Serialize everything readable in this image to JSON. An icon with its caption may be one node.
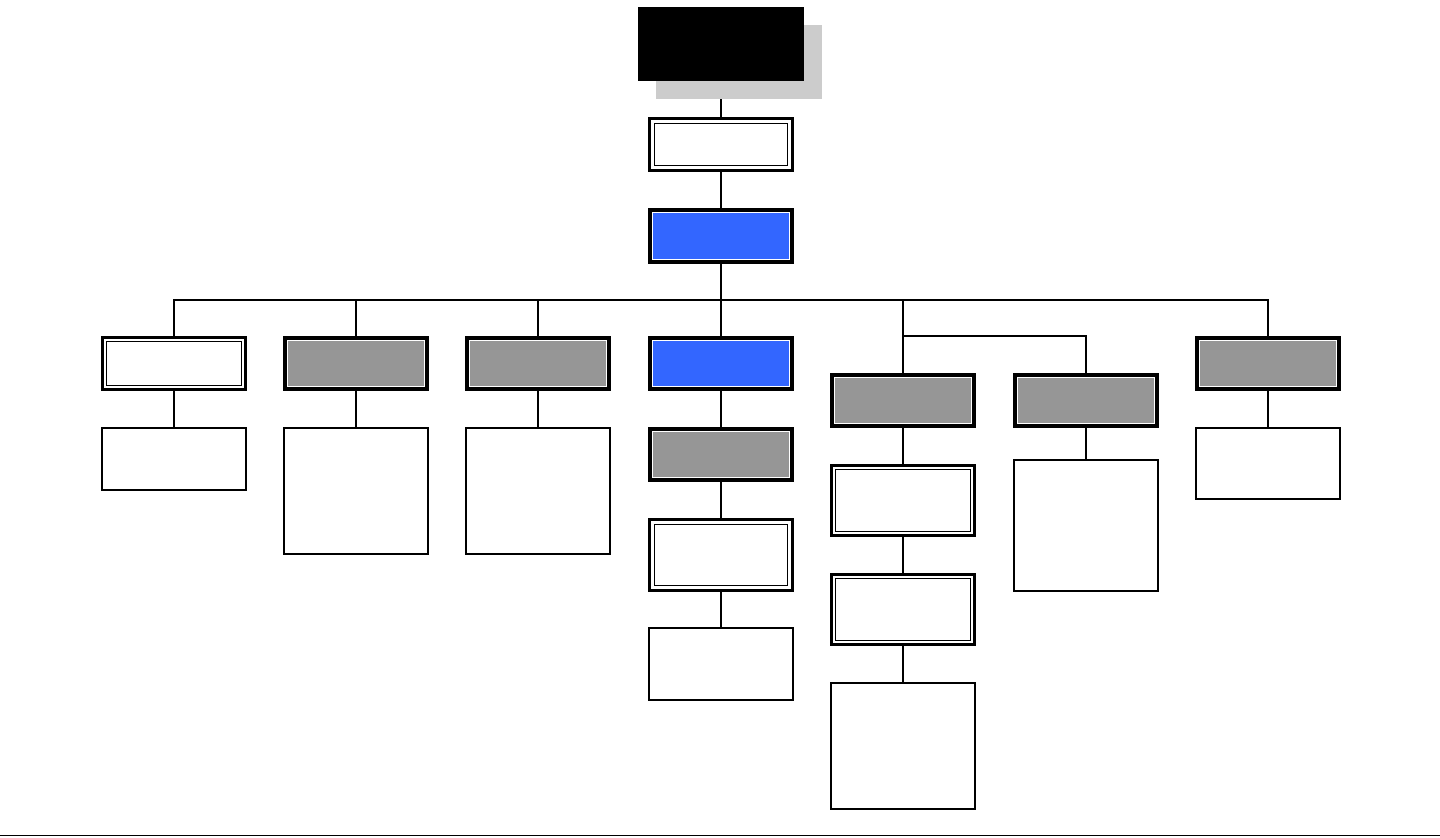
{
  "diagram": {
    "nodes": [
      {
        "text": [],
        "shape": "box"
      },
      {
        "text": [],
        "shape": "box"
      },
      {
        "text": [],
        "shape": "box"
      },
      {
        "text": [],
        "shape": "box"
      },
      {
        "text": [],
        "shape": "box"
      },
      {
        "text": [],
        "shape": "box"
      },
      {
        "text": [],
        "shape": "box"
      },
      {
        "text": [],
        "shape": "box"
      },
      {
        "text": [],
        "shape": "box"
      },
      {
        "text": [],
        "shape": "box"
      },
      {
        "text": [],
        "shape": "box"
      },
      {
        "text": [],
        "shape": "box"
      },
      {
        "text": [],
        "shape": "box"
      },
      {
        "text": [],
        "shape": "box"
      },
      {
        "text": [],
        "shape": "box"
      },
      {
        "text": [],
        "shape": "box"
      },
      {
        "text": [],
        "shape": "box"
      },
      {
        "text": [],
        "shape": "box"
      },
      {
        "text": [],
        "shape": "box"
      },
      {
        "text": [],
        "shape": "box"
      },
      {
        "text": [],
        "shape": "box"
      }
    ],
    "edges": [
      {
        "from": 0,
        "to": 1,
        "arrow": "none"
      },
      {
        "from": 1,
        "to": 2,
        "arrow": "none"
      },
      {
        "from": 2,
        "to": 3,
        "arrow": "none"
      },
      {
        "from": 2,
        "to": 4,
        "arrow": "none"
      },
      {
        "from": 2,
        "to": 5,
        "arrow": "none"
      },
      {
        "from": 2,
        "to": 6,
        "arrow": "none"
      },
      {
        "from": 2,
        "to": 8,
        "arrow": "none"
      },
      {
        "from": 2,
        "to": 9,
        "arrow": "none"
      },
      {
        "from": 2,
        "to": 7,
        "arrow": "none"
      },
      {
        "from": 3,
        "to": 10,
        "arrow": "none"
      },
      {
        "from": 4,
        "to": 11,
        "arrow": "none"
      },
      {
        "from": 5,
        "to": 12,
        "arrow": "none"
      },
      {
        "from": 6,
        "to": 13,
        "arrow": "none"
      },
      {
        "from": 13,
        "to": 17,
        "arrow": "none"
      },
      {
        "from": 17,
        "to": 19,
        "arrow": "none"
      },
      {
        "from": 8,
        "to": 16,
        "arrow": "none"
      },
      {
        "from": 16,
        "to": 18,
        "arrow": "none"
      },
      {
        "from": 18,
        "to": 20,
        "arrow": "none"
      },
      {
        "from": 9,
        "to": 15,
        "arrow": "none"
      },
      {
        "from": 7,
        "to": 14,
        "arrow": "none"
      }
    ]
  }
}
